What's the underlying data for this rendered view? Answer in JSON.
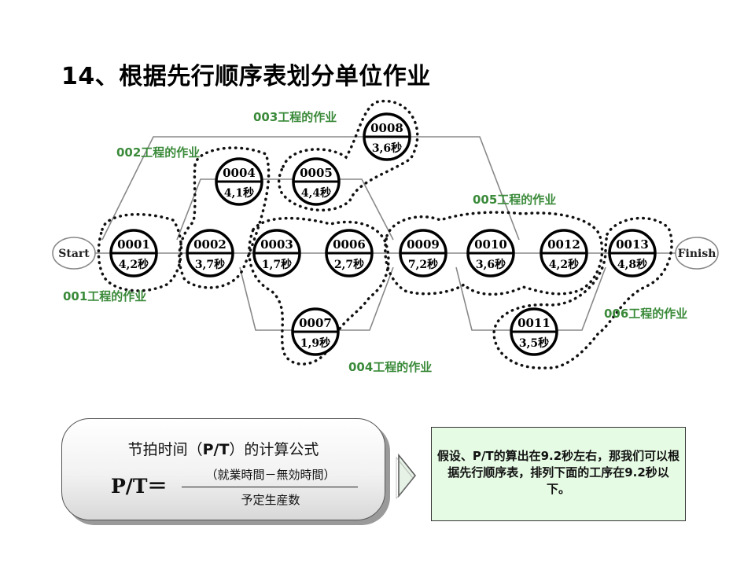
{
  "title": "14、根据先行顺序表划分单位作业",
  "start_label": "Start",
  "finish_label": "Finish",
  "nodes": {
    "n0001": {
      "id": "0001",
      "time": "4,2秒"
    },
    "n0002": {
      "id": "0002",
      "time": "3,7秒"
    },
    "n0003": {
      "id": "0003",
      "time": "1,7秒"
    },
    "n0004": {
      "id": "0004",
      "time": "4,1秒"
    },
    "n0005": {
      "id": "0005",
      "time": "4,4秒"
    },
    "n0006": {
      "id": "0006",
      "time": "2,7秒"
    },
    "n0007": {
      "id": "0007",
      "time": "1,9秒"
    },
    "n0008": {
      "id": "0008",
      "time": "3,6秒"
    },
    "n0009": {
      "id": "0009",
      "time": "7,2秒"
    },
    "n0010": {
      "id": "0010",
      "time": "3,6秒"
    },
    "n0011": {
      "id": "0011",
      "time": "3,5秒"
    },
    "n0012": {
      "id": "0012",
      "time": "4,2秒"
    },
    "n0013": {
      "id": "0013",
      "time": "4,8秒"
    }
  },
  "groups": {
    "g001": "001工程的作业",
    "g002": "002工程的作业",
    "g003": "003工程的作业",
    "g004": "004工程的作业",
    "g005": "005工程的作业",
    "g006": "006工程的作业"
  },
  "formula": {
    "title_prefix": "节拍时间（",
    "title_bold": "P/T",
    "title_suffix": "）的计算公式",
    "lhs": "P/T＝",
    "numerator": "（就業時間－無効時間）",
    "denominator": "予定生産数"
  },
  "note": "假设、P/T的算出在9.2秒左右，那我们可以根据先行顺序表，排列下面的工序在9.2秒以下。",
  "colors": {
    "group_label": "#3a8a3a",
    "note_bg": "#e6fbe4"
  }
}
